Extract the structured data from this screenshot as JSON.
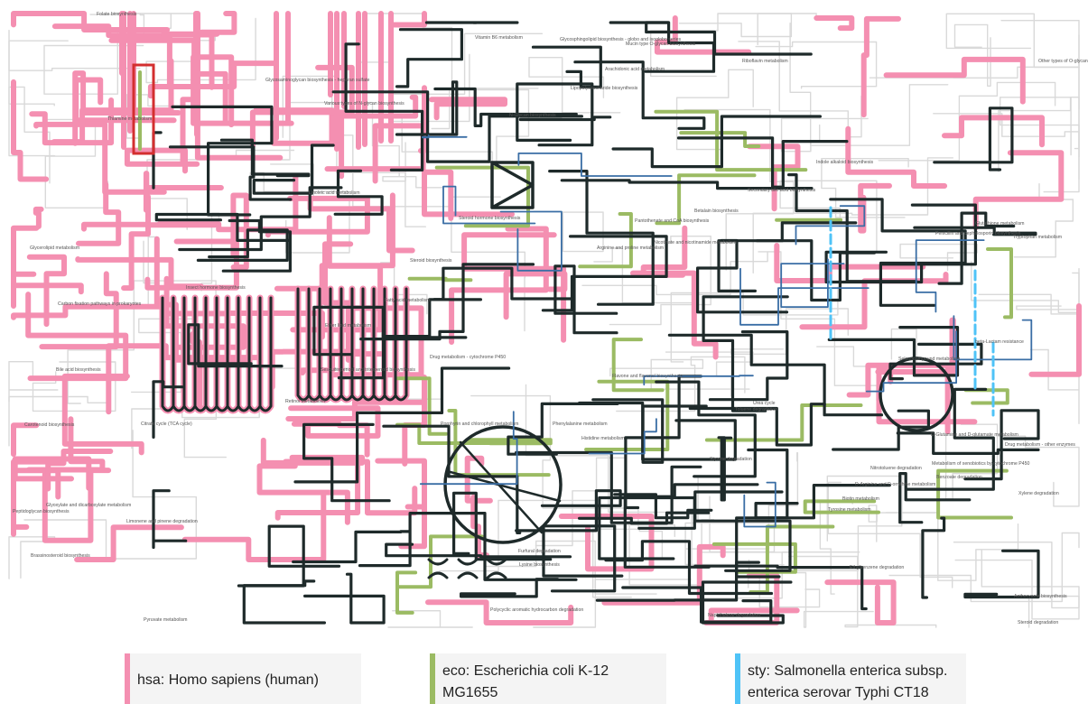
{
  "map": {
    "colors": {
      "hsa": "#f48fb1",
      "eco": "#9bbb63",
      "sty": "#4fc3f7",
      "shared": "#1e2a2a",
      "blue_line": "#3a6ea5",
      "background": "#d9d9d9",
      "highlight": "#d32f2f"
    },
    "highlight": {
      "shape": "red rectangle box",
      "color": "#d32f2f"
    },
    "labels": [
      {
        "text": "Glycosphingolipid biosynthesis - globo and isoglobo series"
      },
      {
        "text": "N-Glycan biosynthesis"
      },
      {
        "text": "Other types of O-glycan biosynthesis"
      },
      {
        "text": "Various types of N-glycan biosynthesis"
      },
      {
        "text": "Mucin type O-glycan biosynthesis"
      },
      {
        "text": "Lipopolysaccharide biosynthesis"
      },
      {
        "text": "Thiamine metabolism"
      },
      {
        "text": "Riboflavin metabolism"
      },
      {
        "text": "Folate biosynthesis"
      },
      {
        "text": "Vitamin B6 metabolism"
      },
      {
        "text": "Glycosaminoglycan biosynthesis - heparan sulfate"
      },
      {
        "text": "Arachidonic acid metabolism"
      },
      {
        "text": "Retinol metabolism"
      },
      {
        "text": "Linoleic acid metabolism"
      },
      {
        "text": "Glycerolipid metabolism"
      },
      {
        "text": "Ether lipid metabolism"
      },
      {
        "text": "Fatty acid metabolism"
      },
      {
        "text": "Carotenoid biosynthesis"
      },
      {
        "text": "Limonene and pinene degradation"
      },
      {
        "text": "Steroid biosynthesis"
      },
      {
        "text": "Brassinosteroid biosynthesis"
      },
      {
        "text": "Sesquiterpenoid and triterpenoid biosynthesis"
      },
      {
        "text": "Insect hormone biosynthesis"
      },
      {
        "text": "Steroid hormone biosynthesis"
      },
      {
        "text": "Bile acid biosynthesis"
      },
      {
        "text": "Peptidoglycan biosynthesis"
      },
      {
        "text": "Carbon fixation pathways in prokaryotes"
      },
      {
        "text": "Citrate cycle (TCA cycle)"
      },
      {
        "text": "Glyoxylate and dicarboxylate metabolism"
      },
      {
        "text": "Pyruvate metabolism"
      },
      {
        "text": "Phenylalanine metabolism"
      },
      {
        "text": "Tyrosine metabolism"
      },
      {
        "text": "Tryptophan metabolism"
      },
      {
        "text": "Histidine metabolism"
      },
      {
        "text": "Urea cycle"
      },
      {
        "text": "Arginine and proline metabolism"
      },
      {
        "text": "Lysine biosynthesis"
      },
      {
        "text": "Glutathione metabolism"
      },
      {
        "text": "D-Arginine and D-ornithine metabolism"
      },
      {
        "text": "Nicotinate and nicotinamide metabolism"
      },
      {
        "text": "D-Glutamine and D-glutamate metabolism"
      },
      {
        "text": "Pantothenate and CoA biosynthesis"
      },
      {
        "text": "Penicillin and cephalosporin biosynthesis"
      },
      {
        "text": "beta-Lactam resistance"
      },
      {
        "text": "Biotin metabolism"
      },
      {
        "text": "Benzoate degradation"
      },
      {
        "text": "Xylene degradation"
      },
      {
        "text": "Toluene degradation"
      },
      {
        "text": "Styrene degradation"
      },
      {
        "text": "Naphthalene degradation"
      },
      {
        "text": "Nitrotoluene degradation"
      },
      {
        "text": "Furfural degradation"
      },
      {
        "text": "Steroid degradation"
      },
      {
        "text": "Indole alkaloid biosynthesis"
      },
      {
        "text": "Secondary bile acid biosynthesis"
      },
      {
        "text": "Polycyclic aromatic hydrocarbon degradation"
      },
      {
        "text": "Drug metabolism - cytochrome P450"
      },
      {
        "text": "Drug metabolism - other enzymes"
      },
      {
        "text": "Metabolism of xenobiotics by cytochrome P450"
      },
      {
        "text": "Ethylbenzene degradation"
      },
      {
        "text": "Anthocyanin biosynthesis"
      },
      {
        "text": "Flavone and flavonol biosynthesis"
      },
      {
        "text": "Porphyrin and chlorophyll metabolism"
      },
      {
        "text": "Selenocompound metabolism"
      },
      {
        "text": "Betalain biosynthesis"
      }
    ]
  },
  "legend": [
    {
      "line1": "hsa: Homo sapiens (human)",
      "line2": "",
      "color": "#f48fb1"
    },
    {
      "line1": "eco: Escherichia coli K-12",
      "line2": "MG1655",
      "color": "#9bbb63"
    },
    {
      "line1": "sty: Salmonella enterica subsp.",
      "line2": "enterica serovar Typhi CT18",
      "color": "#4fc3f7"
    }
  ]
}
